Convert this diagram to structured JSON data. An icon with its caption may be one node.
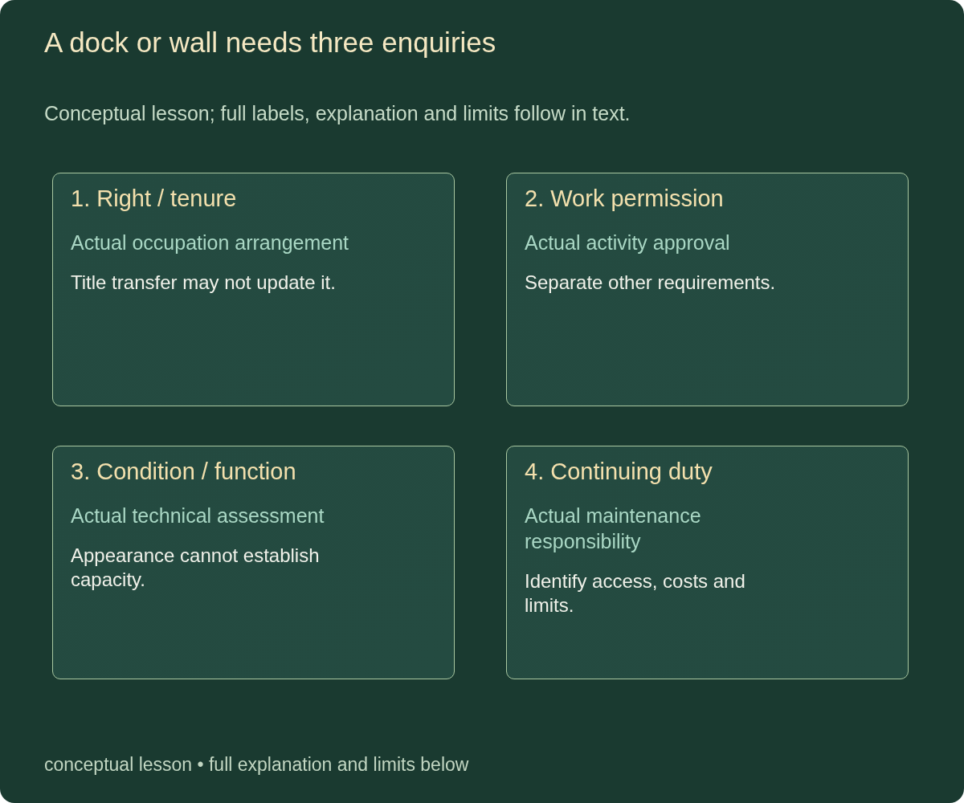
{
  "diagram": {
    "title": "A dock or wall needs three enquiries",
    "nodes": [
      {
        "text": [
          "1. Right / tenure",
          "Actual occupation arrangement",
          "Title transfer may not update it."
        ]
      },
      {
        "text": [
          "2. Work permission",
          "Actual activity approval",
          "Separate other requirements."
        ]
      },
      {
        "text": [
          "3. Condition / function",
          "Actual technical assessment",
          "Appearance cannot establish capacity."
        ]
      },
      {
        "text": [
          "4. Continuing duty",
          "Actual maintenance responsibility",
          "Identify access, costs and limits."
        ]
      }
    ],
    "labels": [
      "Conceptual lesson; full labels, explanation and limits follow in text.",
      "conceptual lesson • full explanation and limits below"
    ]
  }
}
